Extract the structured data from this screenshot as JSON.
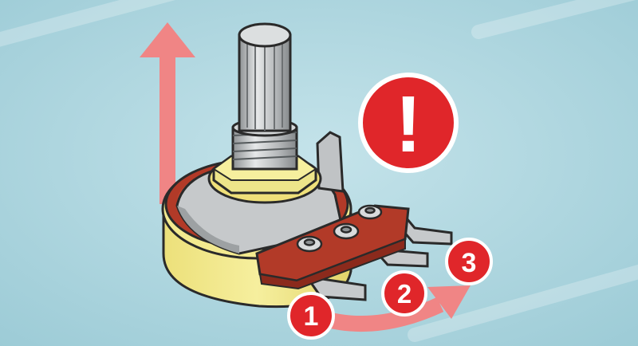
{
  "alert": {
    "symbol": "!"
  },
  "pins": [
    {
      "number": "1"
    },
    {
      "number": "2"
    },
    {
      "number": "3"
    }
  ],
  "colors": {
    "background": "#a9d3dd",
    "arrow": "#f08585",
    "badge": "#e0262a",
    "housing_yellow": "#f1e88a",
    "wafer_red": "#b23a28",
    "metal": "#c6c9cb"
  }
}
